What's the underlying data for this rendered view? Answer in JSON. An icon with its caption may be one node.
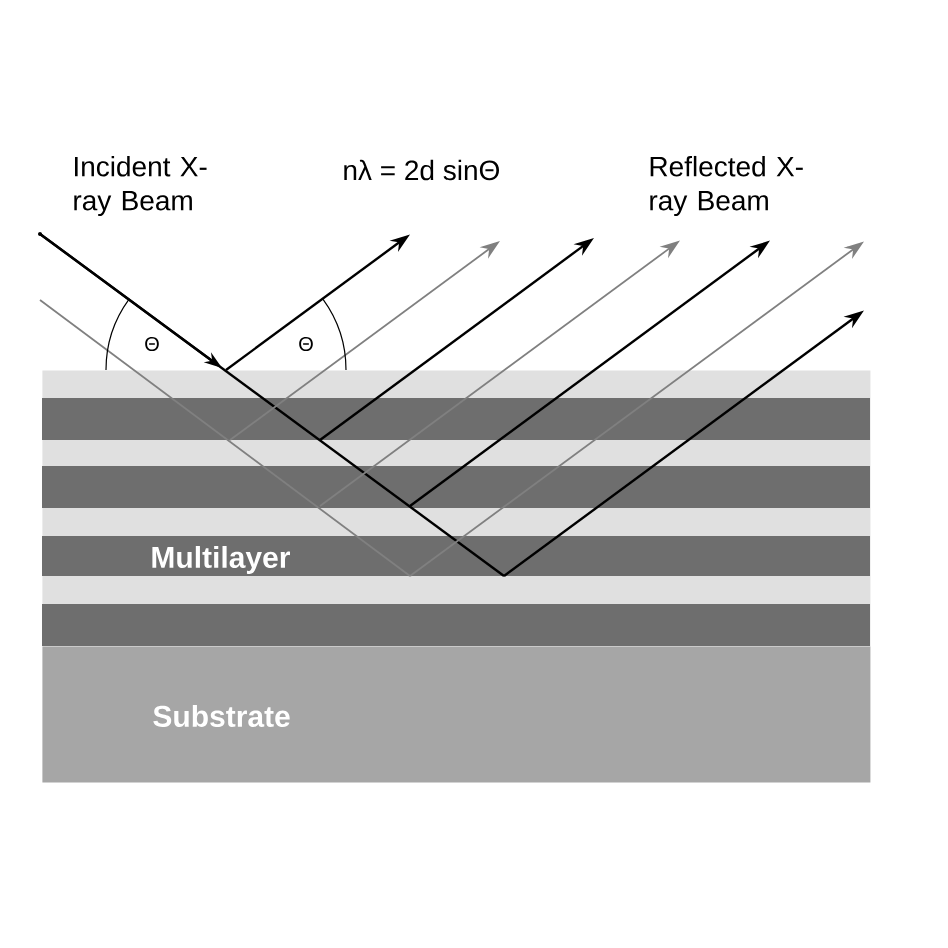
{
  "diagram": {
    "nodes": [
      {
        "text": [
          "Multilayer"
        ]
      },
      {
        "text": [
          "Substrate"
        ]
      }
    ],
    "labels": [
      "Incident X-ray Beam",
      "nλ = 2d sinΘ",
      "Reflected X-ray Beam",
      "Θ",
      "Θ"
    ]
  }
}
